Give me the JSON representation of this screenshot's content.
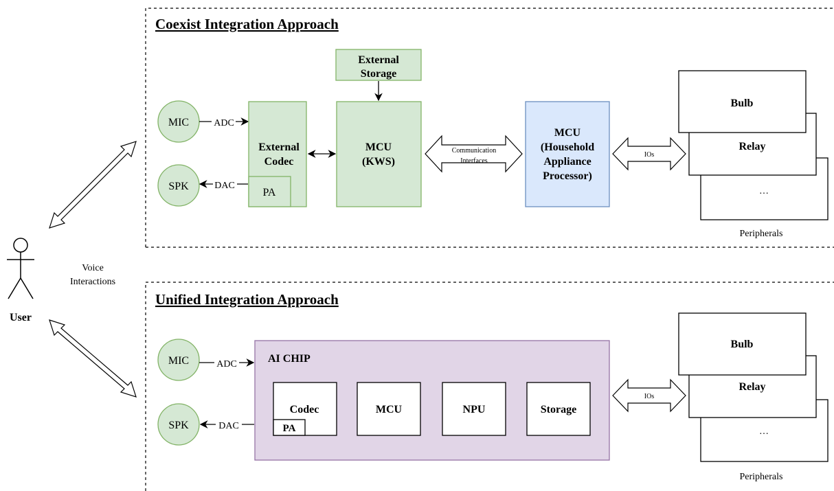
{
  "user": {
    "label": "User",
    "interaction_label_line1": "Voice",
    "interaction_label_line2": "Interactions"
  },
  "coexist": {
    "title": "Coexist Integration Approach",
    "mic": "MIC",
    "spk": "SPK",
    "adc": "ADC",
    "dac": "DAC",
    "codec_line1": "External",
    "codec_line2": "Codec",
    "pa": "PA",
    "storage_line1": "External",
    "storage_line2": "Storage",
    "mcu_kws_line1": "MCU",
    "mcu_kws_line2": "(KWS)",
    "comm_line1": "Communication",
    "comm_line2": "Interfaces",
    "mcu_hap_line1": "MCU",
    "mcu_hap_line2": "(Household",
    "mcu_hap_line3": "Appliance",
    "mcu_hap_line4": "Processor)",
    "ios": "IOs",
    "bulb": "Bulb",
    "relay": "Relay",
    "more": "…",
    "peripherals": "Peripherals"
  },
  "unified": {
    "title": "Unified Integration Approach",
    "mic": "MIC",
    "spk": "SPK",
    "adc": "ADC",
    "dac": "DAC",
    "chip_label": "AI CHIP",
    "codec": "Codec",
    "pa": "PA",
    "mcu": "MCU",
    "npu": "NPU",
    "storage": "Storage",
    "ios": "IOs",
    "bulb": "Bulb",
    "relay": "Relay",
    "more": "…",
    "peripherals": "Peripherals"
  },
  "colors": {
    "green_fill": "#d5e8d4",
    "green_stroke": "#82b366",
    "blue_fill": "#dae8fc",
    "blue_stroke": "#6c8ebf",
    "purple_fill": "#e1d5e7",
    "purple_stroke": "#9673a6"
  }
}
